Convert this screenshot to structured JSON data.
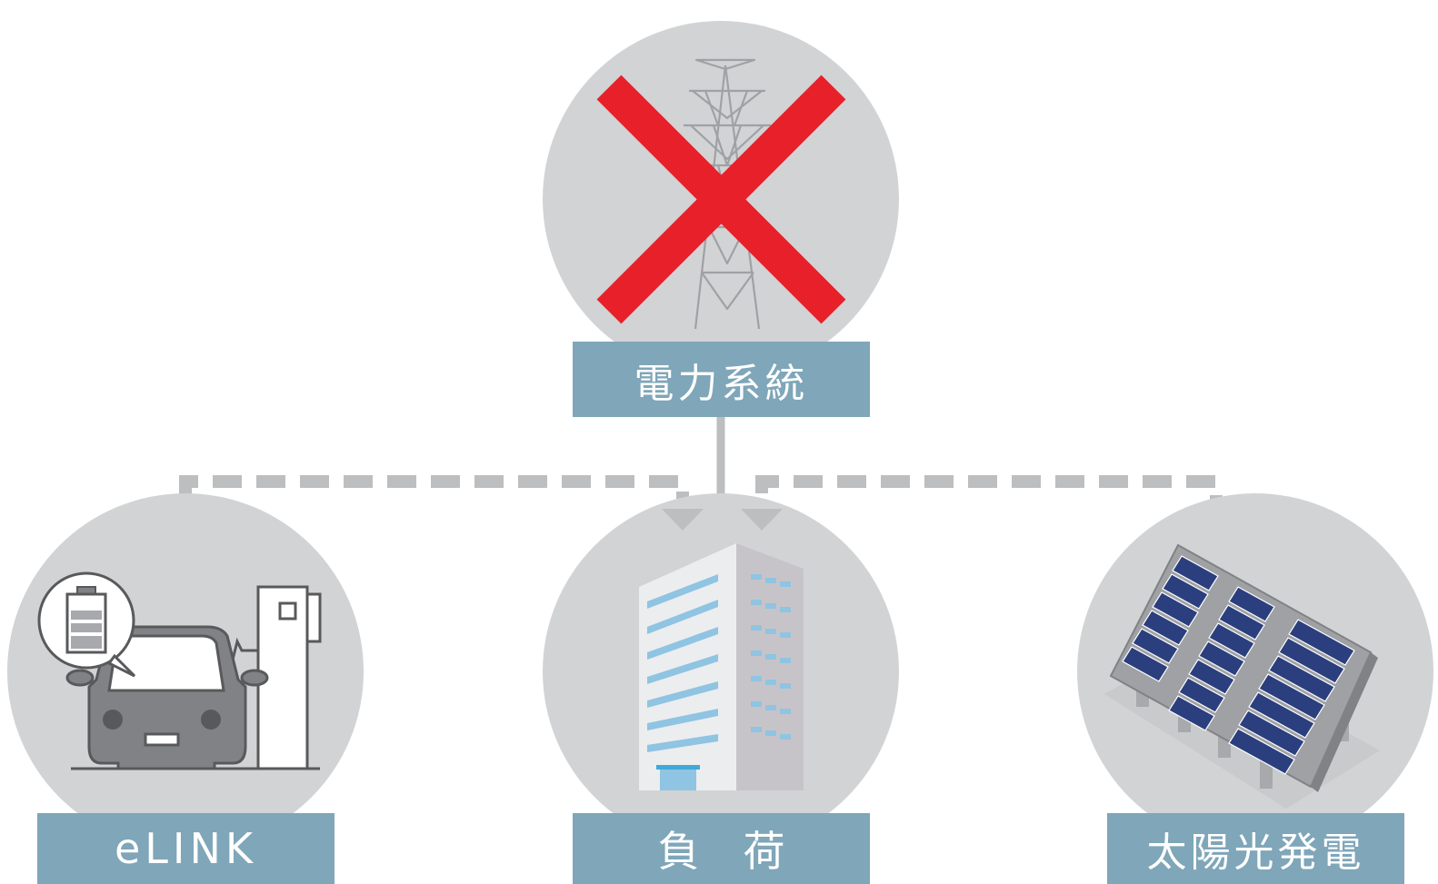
{
  "nodes": {
    "grid": {
      "label": "電力系統",
      "status": "disconnected"
    },
    "elink": {
      "label": "eLINK"
    },
    "load": {
      "label_part1": "負",
      "label_part2": "荷"
    },
    "solar": {
      "label": "太陽光発電"
    }
  },
  "colors": {
    "circle": "#d1d3d5",
    "label_bg": "#7fa6b9",
    "connector": "#bcbec0",
    "cross": "#e8202a",
    "panel_cell": "#2b3f7e",
    "building_window": "#8fc4e2"
  },
  "icons": {
    "grid": "transmission-tower-icon",
    "elink": "ev-charger-icon",
    "load": "office-building-icon",
    "solar": "solar-panel-icon",
    "status": "red-cross-icon",
    "battery": "battery-icon"
  }
}
